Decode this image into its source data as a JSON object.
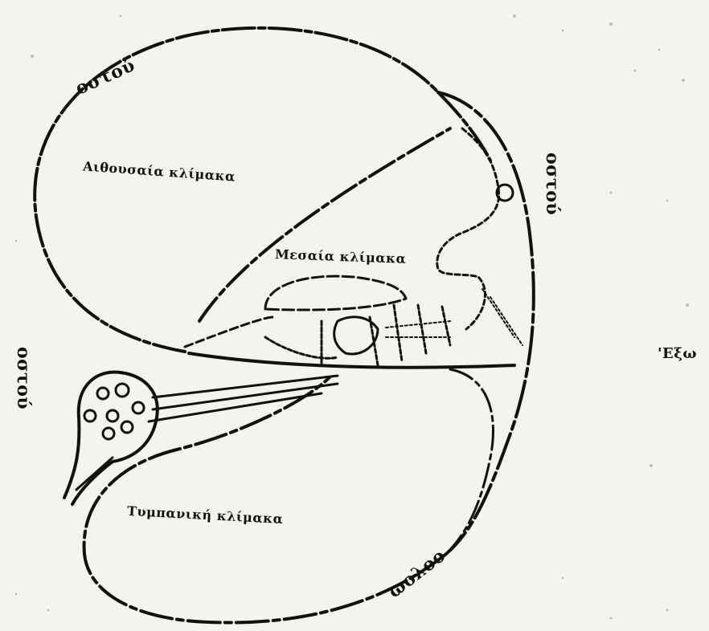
{
  "labels": {
    "scala_vestibuli": "Αιθουσαία κλίμακα",
    "scala_media": "Μεσαία κλίμακα",
    "scala_tympani": "Τυμπανική κλίμακα",
    "bone_top": "οστού",
    "bone_right": "οστού",
    "bone_left": "οστού",
    "bottom_edge": "ωολοο",
    "right_edge": "'Εξω"
  },
  "colors": {
    "ink": "#111111",
    "paper": "#f4f3ee",
    "speckle": "#9a9a94"
  }
}
